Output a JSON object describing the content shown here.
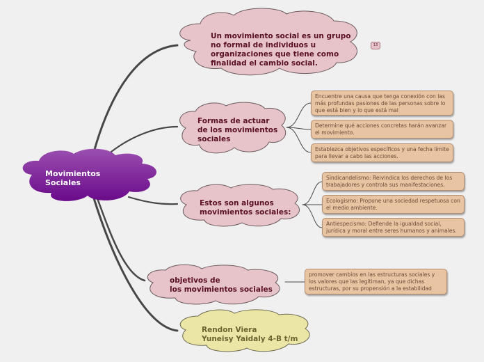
{
  "central": {
    "label": "Movimientos\nSociales"
  },
  "topics": [
    {
      "label": "Un movimiento social es un grupo\nno formal de individuos u\norganizaciones que tiene como\nfinalidad el cambio social.",
      "badge": "13"
    },
    {
      "label": "Formas de actuar\nde los movimientos\nsociales",
      "notes": [
        "Encuentre una causa que tenga conexión con las más profundas pasiones de las personas sobre lo que está bien y lo que está mal",
        "Determine qué acciones concretas harán avanzar el movimiento.",
        "Establezca objetivos específicos y una fecha límite para llevar a cabo las acciones."
      ]
    },
    {
      "label": "Estos son algunos\nmovimientos sociales:",
      "notes": [
        "Sindicandelismo: Reivindica los derechos de los trabajadores y controla sus manifestaciones.",
        "Ecologismo: Propone una sociedad respetuosa con el medio ambiente.",
        "Antiespecismo: Defiende la igualdad social, jurídica y moral entre seres humanos y animales."
      ]
    },
    {
      "label": "objetivos de\nlos movimientos sociales",
      "notes": [
        "promover cambios en las estructuras sociales y los valores que las legitiman, ya que dichas estructuras, por su propensión a la estabilidad"
      ]
    },
    {
      "label": "Rendon Viera\nYuneisy Yaidaly 4-B t/m"
    }
  ],
  "colors": {
    "background": "#f0f0f0",
    "central_top": "#9b4fb0",
    "central_bottom": "#6a0a8a",
    "topic_fill": "#e6c4ca",
    "author_fill": "#ece6a6",
    "note_fill": "#e9c4a3",
    "connector": "#474747"
  }
}
